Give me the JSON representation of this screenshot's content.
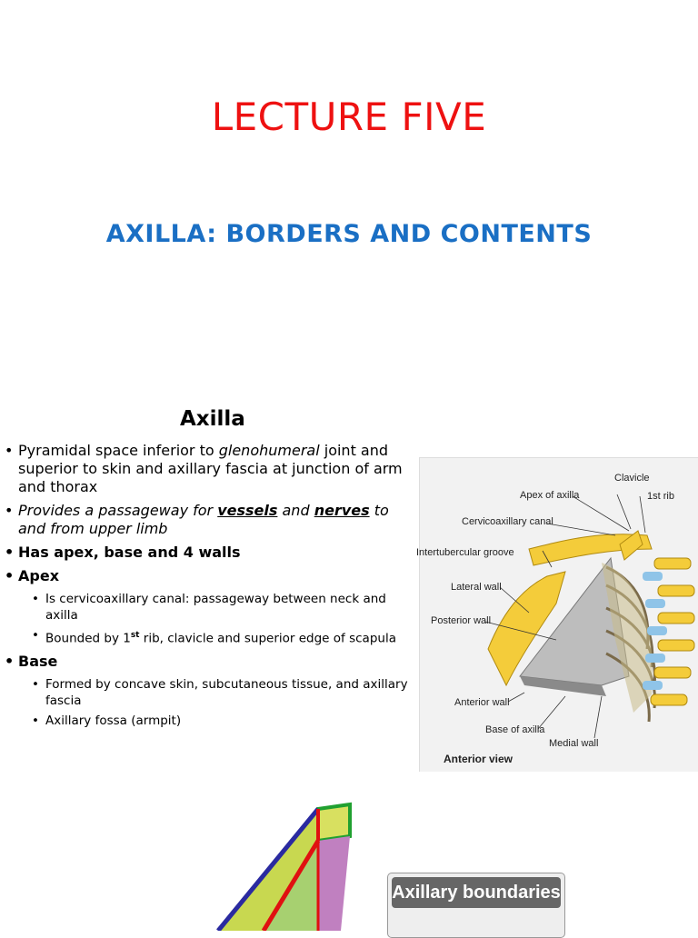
{
  "slide": {
    "title": "LECTURE FIVE",
    "subtitle": "AXILLA: BORDERS AND CONTENTS",
    "heading": "Axilla"
  },
  "bullets": {
    "b1_pre": "Pyramidal space inferior to ",
    "b1_em": "glenohumeral",
    "b1_post": " joint and superior to skin and axillary fascia at junction of arm and thorax",
    "b2_pre": "Provides a passageway for ",
    "b2_u1": "vessels",
    "b2_mid": " and ",
    "b2_u2": "nerves",
    "b2_post": " to and from upper limb",
    "b3": "Has apex, base and 4 walls",
    "b4": "Apex",
    "b4_s1": "Is cervicoaxillary canal: passageway between neck and axilla",
    "b4_s2_pre": "Bounded by 1",
    "b4_s2_sup": "st",
    "b4_s2_post": " rib, clavicle and superior edge of scapula",
    "b5": "Base",
    "b5_s1": "Formed by concave skin, subcutaneous tissue, and axillary fascia",
    "b5_s2": "Axillary fossa (armpit)"
  },
  "figure": {
    "clavicle": "Clavicle",
    "apex": "Apex of axilla",
    "first_rib": "1st rib",
    "canal": "Cervicoaxillary canal",
    "groove": "Intertubercular groove",
    "lateral": "Lateral wall",
    "posterior": "Posterior wall",
    "anterior": "Anterior wall",
    "base": "Base of axilla",
    "medial": "Medial wall",
    "view": "Anterior view"
  },
  "boundaries": {
    "label": "Axillary boundaries"
  },
  "colors": {
    "title": "#ee1111",
    "subtitle": "#1a6fc4",
    "bone": "#f4cc3a",
    "cartilage": "#8fc4e8"
  }
}
